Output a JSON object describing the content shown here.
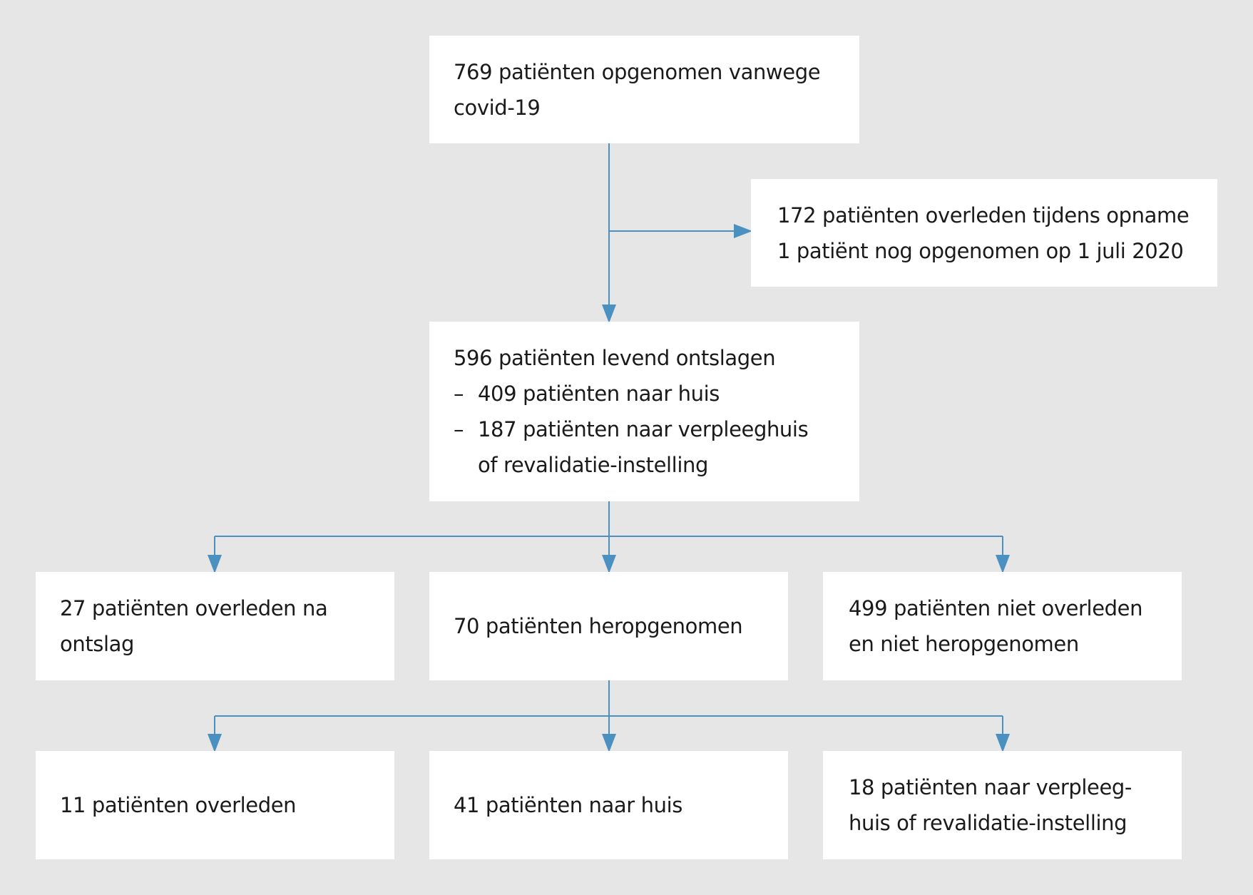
{
  "nodes": {
    "admitted": {
      "lines": [
        "769 patiënten opgenomen vanwege",
        "covid-19"
      ]
    },
    "excluded": {
      "lines": [
        "172 patiënten overleden tijdens opname",
        "1 patiënt nog opgenomen op 1 juli 2020"
      ]
    },
    "discharged": {
      "title": "596 patiënten levend ontslagen",
      "bullet": "–",
      "items": [
        "409 patiënten naar huis",
        "187 patiënten naar verpleeghuis"
      ],
      "item_continuation": "of revalidatie-instelling"
    },
    "died_after_discharge": {
      "lines": [
        "27 patiënten overleden na",
        "ontslag"
      ]
    },
    "readmitted": {
      "lines": [
        "70 patiënten heropgenomen"
      ]
    },
    "not_died_not_readmitted": {
      "lines": [
        "499 patiënten niet overleden",
        "en niet heropgenomen"
      ]
    },
    "readmit_died": {
      "lines": [
        "11 patiënten overleden"
      ]
    },
    "readmit_home": {
      "lines": [
        "41 patiënten naar huis"
      ]
    },
    "readmit_nursing": {
      "lines": [
        "18 patiënten naar verpleeg-",
        "huis of revalidatie-instelling"
      ]
    }
  },
  "style": {
    "connector_color": "#4a90c0",
    "box_color": "#ffffff",
    "background": "#e6e6e6"
  }
}
